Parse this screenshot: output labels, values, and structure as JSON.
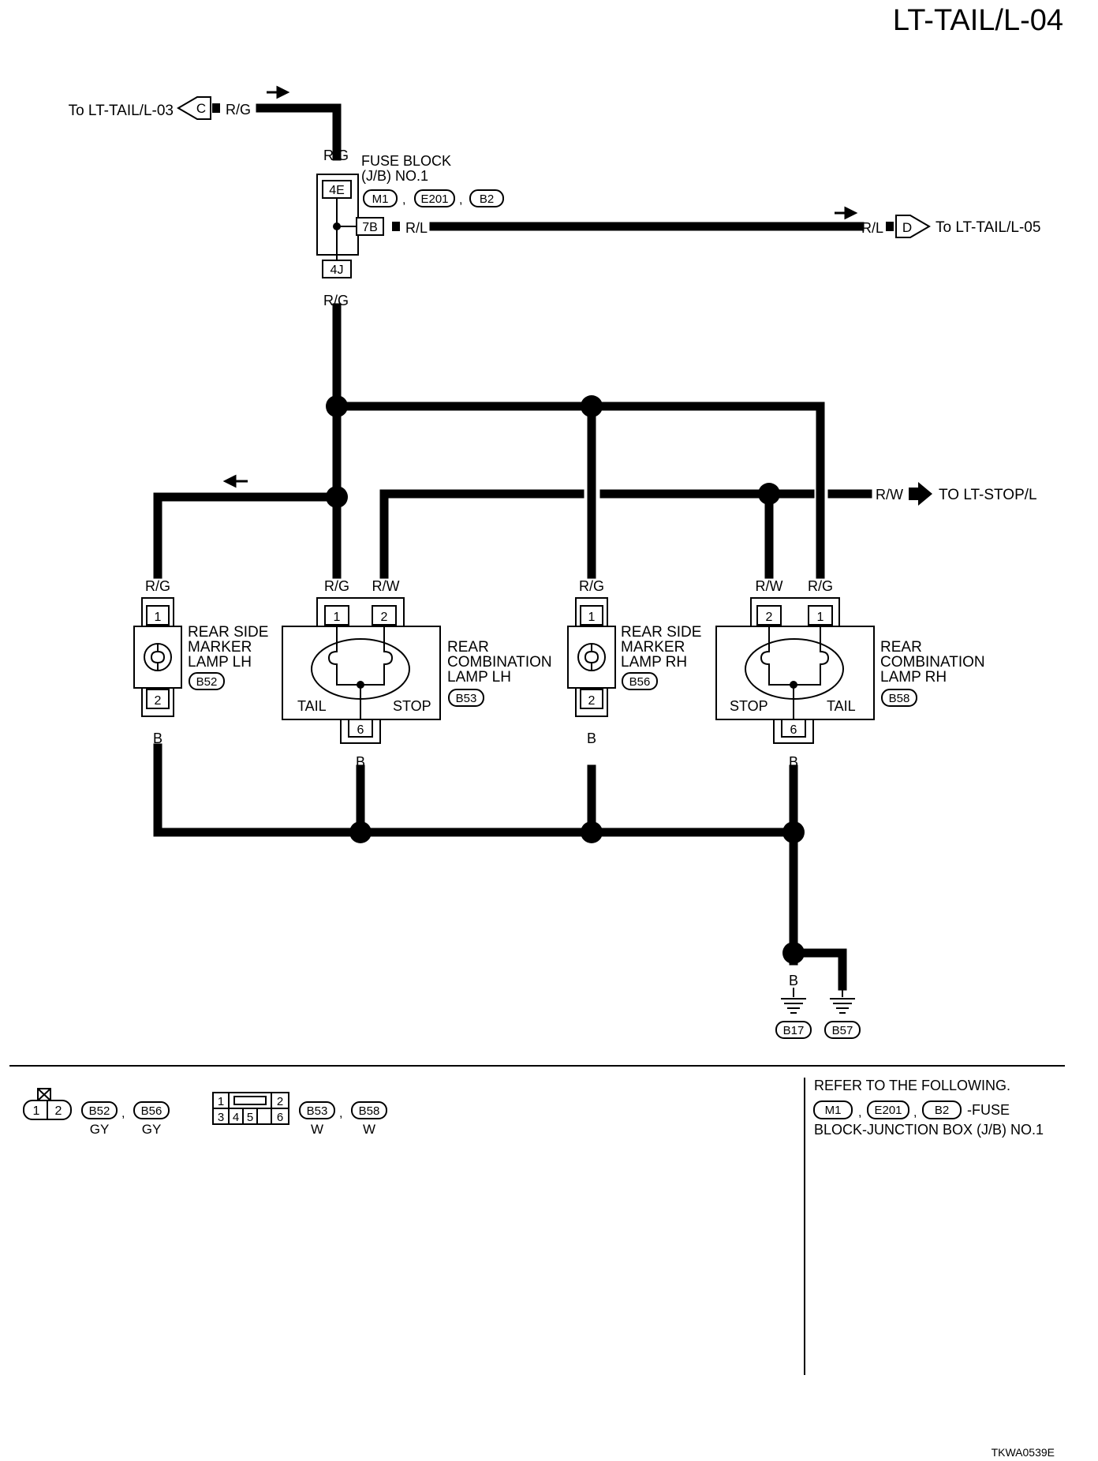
{
  "page_id": "LT-TAIL/L-04",
  "doc_code": "TKWA0539E",
  "offpage": {
    "from_label": "To LT-TAIL/L-03",
    "from_id": "C",
    "to_label": "To LT-TAIL/L-05",
    "to_id": "D",
    "stop_label": "TO LT-STOP/L"
  },
  "fuse_block": {
    "line1": "FUSE BLOCK",
    "line2": "(J/B) NO.1",
    "pin_in": "4E",
    "pin_out": "7B",
    "pin_down": "4J",
    "conns": [
      "M1",
      "E201",
      "B2"
    ]
  },
  "wires": {
    "rg": "R/G",
    "rl": "R/L",
    "rw": "R/W",
    "b": "B"
  },
  "components": {
    "marker_lh": {
      "lines": [
        "REAR SIDE",
        "MARKER",
        "LAMP LH"
      ],
      "conn": "B52",
      "pin1": "1",
      "pin2": "2"
    },
    "combo_lh": {
      "lines": [
        "REAR",
        "COMBINATION",
        "LAMP LH"
      ],
      "conn": "B53",
      "pin1": "1",
      "pin2": "2",
      "pin6": "6",
      "tail": "TAIL",
      "stop": "STOP"
    },
    "marker_rh": {
      "lines": [
        "REAR SIDE",
        "MARKER",
        "LAMP RH"
      ],
      "conn": "B56",
      "pin1": "1",
      "pin2": "2"
    },
    "combo_rh": {
      "lines": [
        "REAR",
        "COMBINATION",
        "LAMP RH"
      ],
      "conn": "B58",
      "pin1": "1",
      "pin2": "2",
      "pin6": "6",
      "tail": "TAIL",
      "stop": "STOP"
    }
  },
  "grounds": [
    "B17",
    "B57"
  ],
  "legend": {
    "two_pin": {
      "pins": [
        "1",
        "2"
      ],
      "conns": [
        "B52",
        "B56"
      ],
      "colors": [
        "GY",
        "GY"
      ]
    },
    "six_pin": {
      "pins": [
        "1",
        "2",
        "3",
        "4",
        "5",
        "6"
      ],
      "conns": [
        "B53",
        "B58"
      ],
      "colors": [
        "W",
        "W"
      ]
    },
    "refer_title": "REFER TO THE FOLLOWING.",
    "refer_conns": [
      "M1",
      "E201",
      "B2"
    ],
    "refer_suffix": "-FUSE",
    "refer_line2": "BLOCK-JUNCTION BOX (J/B) NO.1"
  },
  "colors": {
    "ink": "#000000",
    "paper": "#ffffff"
  }
}
